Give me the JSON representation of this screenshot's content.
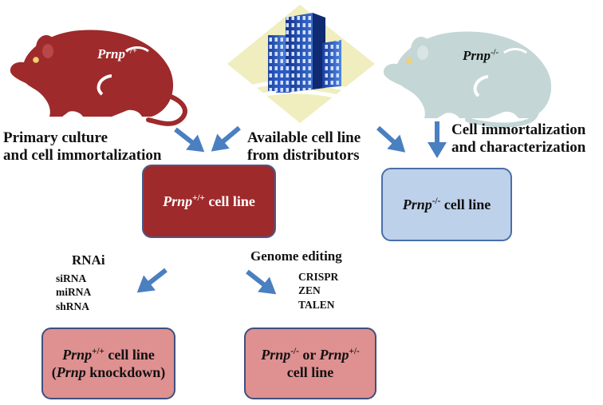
{
  "mouse_left": {
    "gene": "Prnp",
    "genotype": "+/+"
  },
  "mouse_right": {
    "gene": "Prnp",
    "genotype": "-/-"
  },
  "step_primary": {
    "line1": "Primary culture",
    "line2": "and cell immortalization"
  },
  "step_available": {
    "line1": "Available cell line",
    "line2": "from distributors"
  },
  "step_immortalization": {
    "line1": "Cell immortalization",
    "line2": "and characterization"
  },
  "box_wt": {
    "gene": "Prnp",
    "genotype": "+/+",
    "suffix": " cell line"
  },
  "box_ko": {
    "gene": "Prnp",
    "genotype": "-/-",
    "suffix": " cell line"
  },
  "rnai": {
    "title": "RNAi",
    "items": [
      "siRNA",
      "miRNA",
      "shRNA"
    ]
  },
  "genome_editing": {
    "title": "Genome editing",
    "items": [
      "CRISPR",
      "ZEN",
      "TALEN"
    ]
  },
  "box_knockdown": {
    "gene": "Prnp",
    "genotype": "+/+",
    "suffix": " cell line",
    "paren_open": "(",
    "paren_gene": "Prnp",
    "paren_rest": " knockdown)"
  },
  "box_edited": {
    "gene1": "Prnp",
    "genotype1": "-/-",
    "or": " or ",
    "gene2": "Prnp",
    "genotype2": "+/-",
    "line2": "cell line"
  },
  "colors": {
    "wt_red": "#9e2a2b",
    "ko_blue": "#bdd1ea",
    "result_pink": "#df9090",
    "arrow_blue": "#4a7fc0",
    "mouse_light": "#c4d6d6"
  }
}
